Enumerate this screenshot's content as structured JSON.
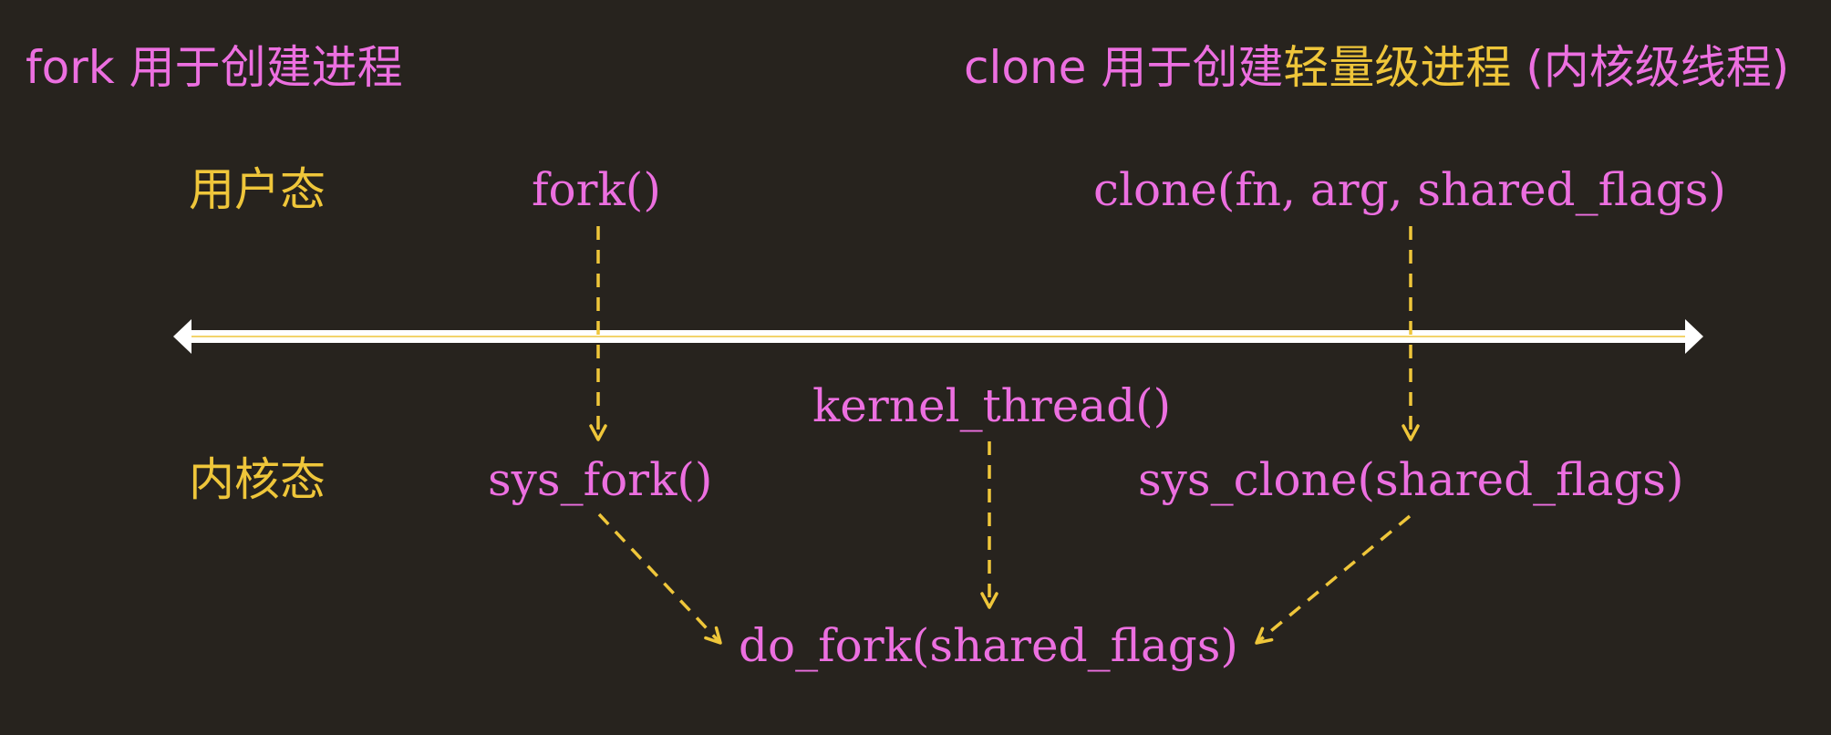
{
  "titles": {
    "left": "fork 用于创建进程",
    "right_prefix": "clone 用于创建",
    "right_highlight": "轻量级进程",
    "right_suffix": " (内核级线程)"
  },
  "levels": {
    "user": "用户态",
    "kernel": "内核态"
  },
  "nodes": {
    "fork": "fork()",
    "clone": "clone(fn, arg, shared_flags)",
    "kernel_thread": "kernel_thread()",
    "sys_fork": "sys_fork()",
    "sys_clone": "sys_clone(shared_flags)",
    "do_fork": "do_fork(shared_flags)"
  },
  "colors": {
    "background": "#27231e",
    "text": "#ec6fe0",
    "accent": "#efc63a",
    "divider": "#ffffff"
  }
}
